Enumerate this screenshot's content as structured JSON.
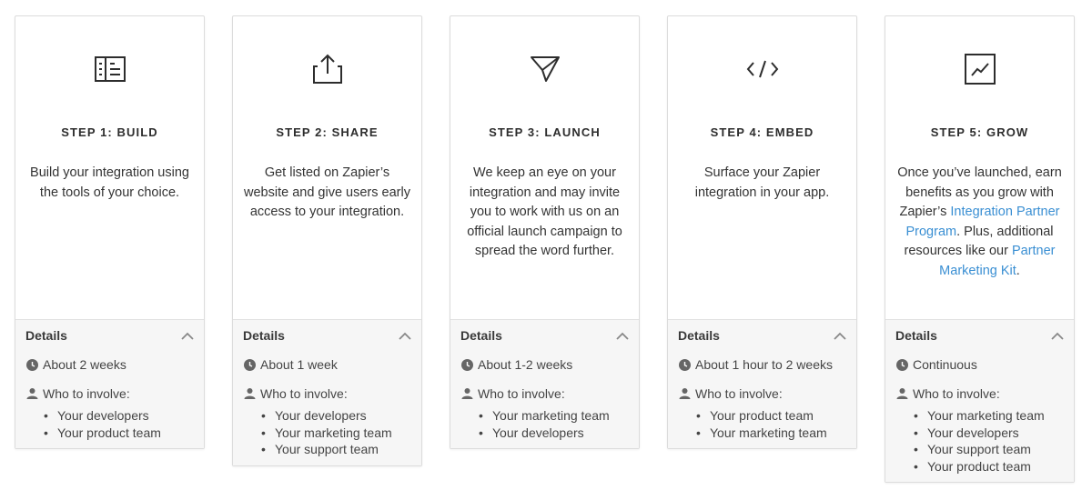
{
  "steps": [
    {
      "icon": "layout-icon",
      "title": "STEP 1: BUILD",
      "desc": [
        "Build your integration using the tools of your choice."
      ],
      "details_label": "Details",
      "time": "About 2 weeks",
      "who_label": "Who to involve:",
      "people": [
        "Your developers",
        "Your product team"
      ]
    },
    {
      "icon": "upload-icon",
      "title": "STEP 2: SHARE",
      "desc": [
        "Get listed on Zapier’s website and give users early access to your integration."
      ],
      "details_label": "Details",
      "time": "About 1 week",
      "who_label": "Who to involve:",
      "people": [
        "Your developers",
        "Your marketing team",
        "Your support team"
      ]
    },
    {
      "icon": "send-icon",
      "title": "STEP 3: LAUNCH",
      "desc": [
        "We keep an eye on your integration and may invite you to work with us on an official launch campaign to spread the word further."
      ],
      "details_label": "Details",
      "time": "About 1-2 weeks",
      "who_label": "Who to involve:",
      "people": [
        "Your marketing team",
        "Your developers"
      ]
    },
    {
      "icon": "code-icon",
      "title": "STEP 4: EMBED",
      "desc": [
        "Surface your Zapier integration in your app."
      ],
      "details_label": "Details",
      "time": "About 1 hour to 2 weeks",
      "who_label": "Who to involve:",
      "people": [
        "Your product team",
        "Your marketing team"
      ]
    },
    {
      "icon": "chart-icon",
      "title": "STEP 5: GROW",
      "desc_parts": {
        "pre": "Once you’ve launched, earn benefits as you grow with Zapier’s ",
        "link1": "Integration Partner Program",
        "mid": ". Plus, additional resources like our ",
        "link2": "Partner Marketing Kit",
        "post": "."
      },
      "details_label": "Details",
      "time": "Continuous",
      "who_label": "Who to involve:",
      "people": [
        "Your marketing team",
        "Your developers",
        "Your support team",
        "Your product team"
      ]
    }
  ],
  "colors": {
    "link": "#3a8fd3",
    "icon": "#2d2d2d",
    "details_bg": "#f6f6f6"
  }
}
